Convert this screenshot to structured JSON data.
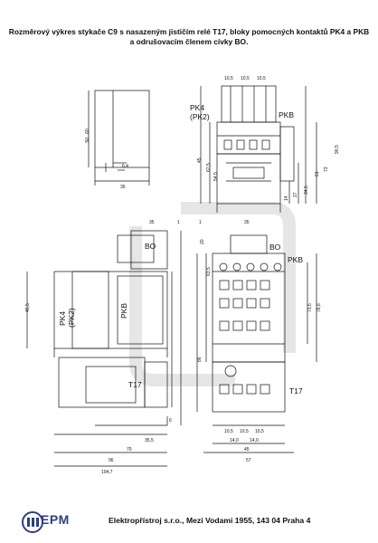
{
  "title": {
    "line1": "Rozměrový výkres stykače C9 s nasazeným jističím relé T17, bloky pomocných kontaktů PK4 a PKB",
    "line2": "a odrušovacím členem cívky BO."
  },
  "labels": {
    "pk4": "PK4",
    "pk2": "(PK2)",
    "pkb": "PKB",
    "bo": "BO",
    "t17": "T17"
  },
  "dimensions": {
    "top_widths": [
      "10,5",
      "10,5",
      "10,5"
    ],
    "side_range": "50...60",
    "d35_a": "35",
    "d6_4": "6,4",
    "right_vertical": [
      "45",
      "67,5",
      "54,5",
      "14",
      "27",
      "34,5",
      "61",
      "73",
      "90,5"
    ],
    "d35_b": "35",
    "d1": "1",
    "d1_b": "1",
    "d35_c": "35",
    "d20": "20",
    "d45_5": "45,5",
    "d63_5": "63,5",
    "d86": "86",
    "d71_5": "71,5",
    "d78_6": "78,6",
    "d6": "6",
    "d35_5": "35,5",
    "d70": "70",
    "d96": "96",
    "d104_7": "104,7",
    "bottom_widths": [
      "10,5",
      "10,5",
      "10,5"
    ],
    "bottom_widths2": [
      "14,0",
      "14,0"
    ],
    "d45": "45",
    "d57": "57"
  },
  "footer": {
    "logo_text": "EPM",
    "company": "Elektropřístroj s.r.o.,  Mezi Vodami 1955, 143 04 Praha 4"
  },
  "colors": {
    "ink": "#111111",
    "logo_blue": "#2f3e7e",
    "watermark": "#e6e6e6"
  }
}
